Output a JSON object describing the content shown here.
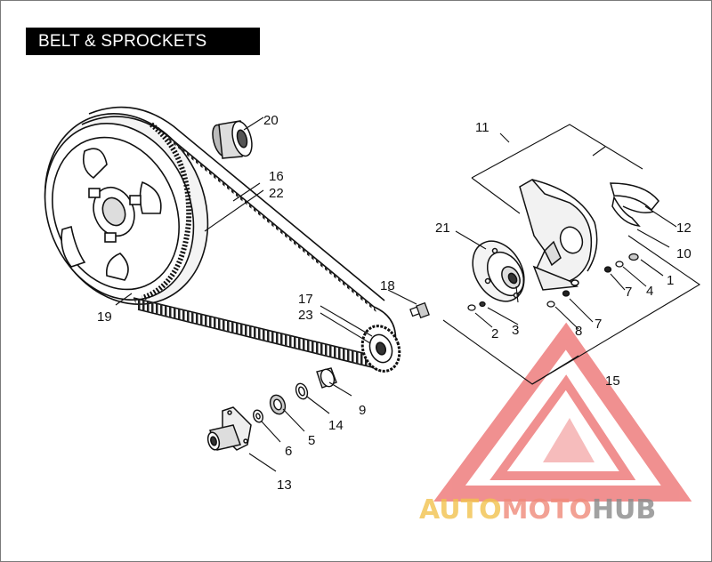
{
  "title": "BELT & SPROCKETS",
  "labels": {
    "l1": "1",
    "l2": "2",
    "l3": "3",
    "l4": "4",
    "l5": "5",
    "l6": "6",
    "l7a": "7",
    "l7b": "7",
    "l8": "8",
    "l9": "9",
    "l10": "10",
    "l11": "11",
    "l12": "12",
    "l13": "13",
    "l14": "14",
    "l15": "15",
    "l16": "16",
    "l17": "17",
    "l18": "18",
    "l19": "19",
    "l20": "20",
    "l21": "21",
    "l22": "22",
    "l23": "23"
  },
  "watermark": {
    "part1": "AUTO",
    "part2": "MOTO",
    "part3": "HUB",
    "color_auto": "#f2c24e",
    "color_moto": "#f08a7a",
    "color_hub": "#8a8a8a",
    "color_logo": "#ec6b6b"
  }
}
